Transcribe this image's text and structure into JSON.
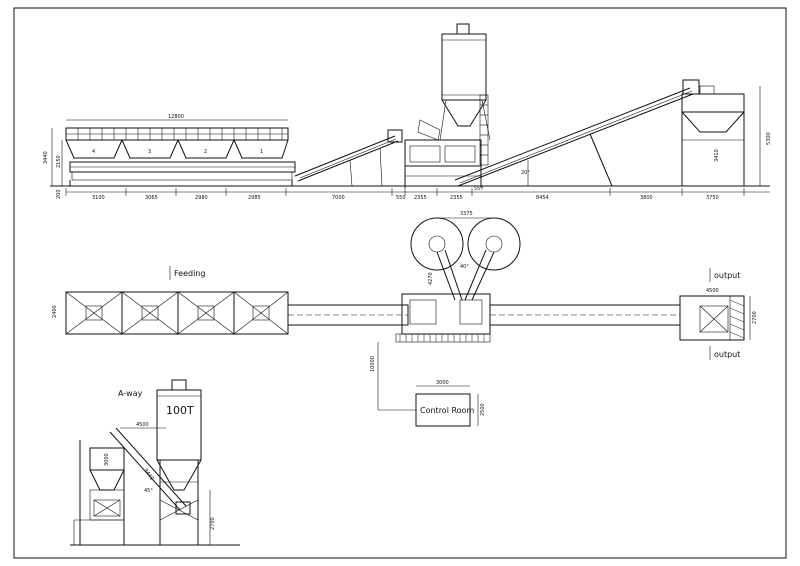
{
  "labels": {
    "feeding": "Feeding",
    "output_top": "output",
    "output_bottom": "output",
    "control_room": "Control Room",
    "silo_capacity": "100T",
    "view_a": "A-way"
  },
  "dimensions": {
    "elevation_total_length": "12800",
    "elevation_height_left": "3440",
    "elevation_height_mid": "2150",
    "elevation_base": "200",
    "elevation_right_height": "5300",
    "elevation_right_inner": "3410",
    "bottom_row": [
      "3100",
      "3065",
      "2980",
      "2985",
      "7000",
      "550",
      "2355",
      "2355",
      "8454",
      "3800",
      "3750"
    ],
    "belt_small": "557",
    "plan_cement_spacing": "3375",
    "plan_angle": "40°",
    "plan_cement_offset": "4270",
    "plan_feeder_width": "2400",
    "plan_output_width": "4500",
    "plan_output_depth": "2700",
    "plan_control_offset": "10000",
    "control_room_width": "3000",
    "control_room_height": "2500",
    "side_width": "4500",
    "side_height_a": "3000",
    "side_angle": "45°",
    "side_screw": "9440",
    "side_base": "2700"
  }
}
